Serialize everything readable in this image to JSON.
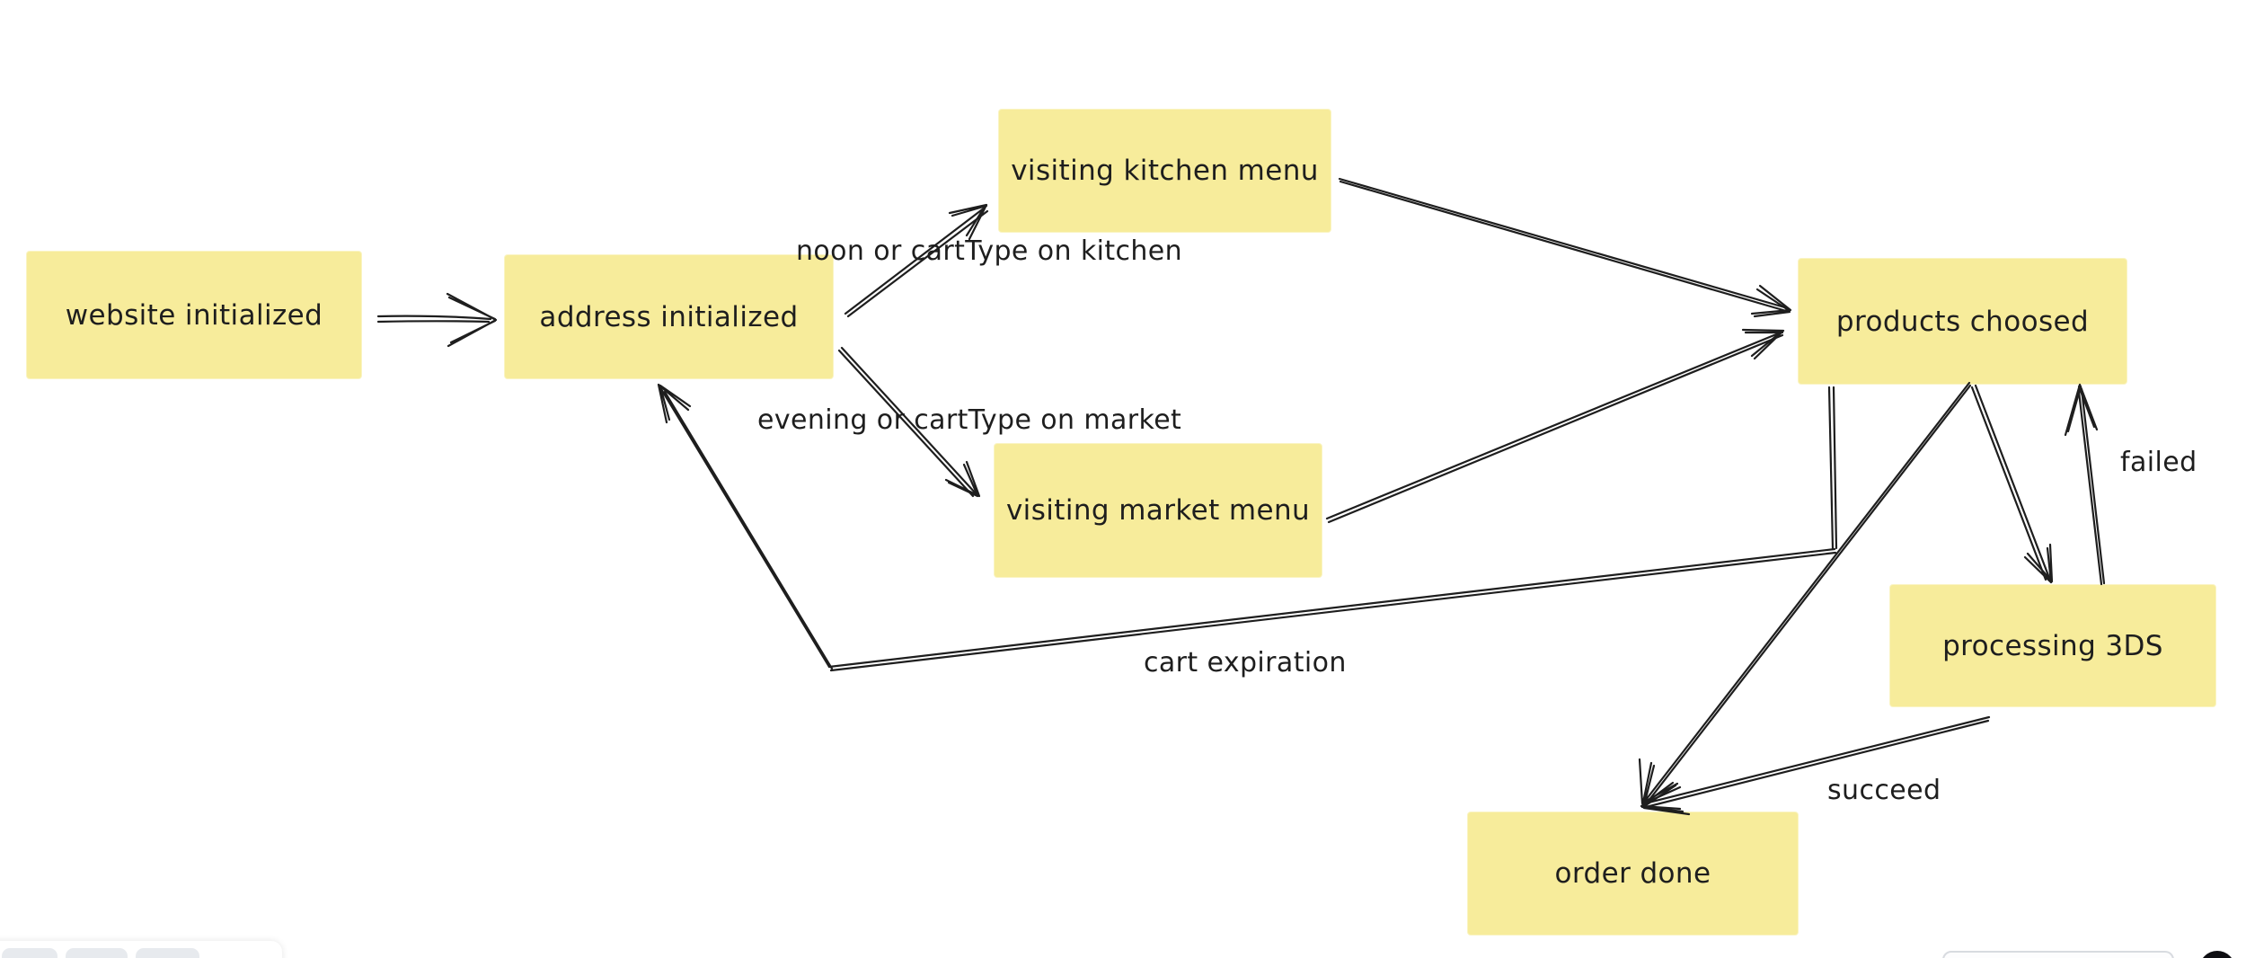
{
  "app": {
    "kind": "whiteboard-canvas"
  },
  "canvas": {
    "background": "#ffffff",
    "node_fill": "#f7ec9b",
    "stroke_color": "#1e1e1e"
  },
  "nodes": {
    "website": {
      "label": "website initialized"
    },
    "address": {
      "label": "address initialized"
    },
    "kitchen": {
      "label": "visiting kitchen menu"
    },
    "market": {
      "label": "visiting market menu"
    },
    "products": {
      "label": "products choosed"
    },
    "processing": {
      "label": "processing 3DS"
    },
    "order": {
      "label": "order done"
    }
  },
  "labels": {
    "noon": "noon or cartType on kitchen",
    "evening": "evening or cartType on market",
    "cart": "cart expiration",
    "failed": "failed",
    "succeed": "succeed"
  },
  "edges": [
    {
      "from": "website",
      "to": "address",
      "label": ""
    },
    {
      "from": "address",
      "to": "kitchen",
      "label": "noon or cartType on kitchen"
    },
    {
      "from": "address",
      "to": "market",
      "label": "evening or cartType on market"
    },
    {
      "from": "kitchen",
      "to": "products",
      "label": ""
    },
    {
      "from": "market",
      "to": "products",
      "label": ""
    },
    {
      "from": "products",
      "to": "address",
      "label": "cart expiration"
    },
    {
      "from": "products",
      "to": "processing",
      "label": ""
    },
    {
      "from": "processing",
      "to": "products",
      "label": "failed"
    },
    {
      "from": "products",
      "to": "order",
      "label": ""
    },
    {
      "from": "processing",
      "to": "order",
      "label": "succeed"
    }
  ]
}
